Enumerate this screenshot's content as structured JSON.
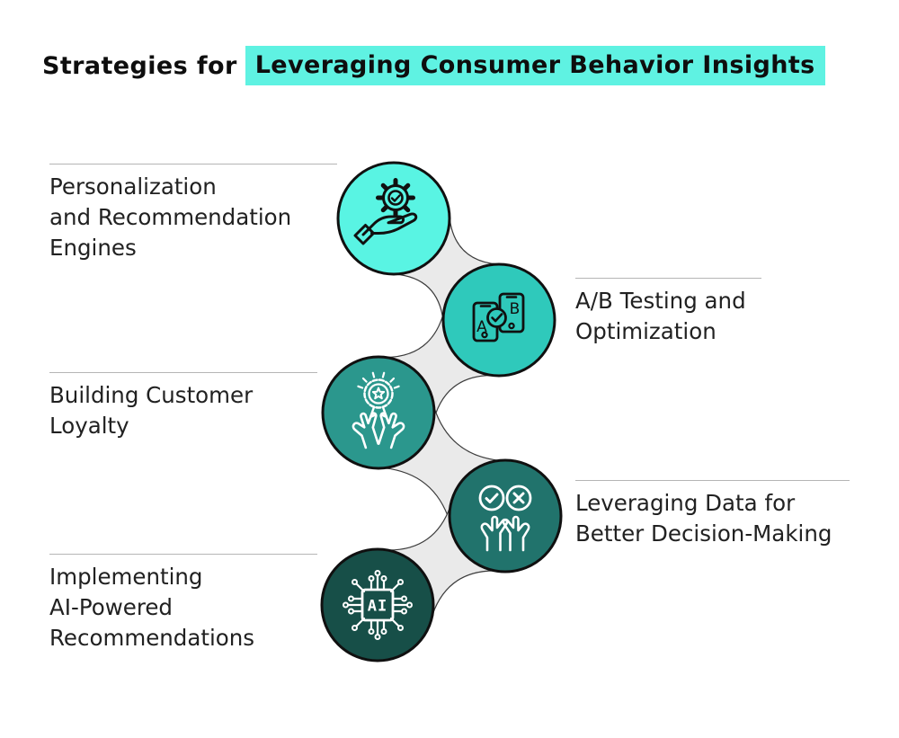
{
  "title": {
    "prefix": "Strategies for",
    "highlight": "Leveraging Consumer Behavior Insights",
    "highlight_color": "#5FF2E2"
  },
  "steps": [
    {
      "id": "personalization",
      "label_lines": [
        "Personalization",
        "and Recommendation",
        "Engines"
      ],
      "side": "left",
      "circle_color": "#59F4E3",
      "icon": "hand-holding-gear"
    },
    {
      "id": "ab-testing",
      "label_lines": [
        "A/B Testing and",
        "Optimization"
      ],
      "side": "right",
      "circle_color": "#2FC9BB",
      "icon": "ab-test-phones",
      "icon_text": {
        "a": "A",
        "b": "B"
      }
    },
    {
      "id": "customer-loyalty",
      "label_lines": [
        "Building Customer",
        "Loyalty"
      ],
      "side": "left",
      "circle_color": "#2B978D",
      "icon": "hands-award-badge"
    },
    {
      "id": "data-decisions",
      "label_lines": [
        "Leveraging Data for",
        "Better Decision-Making"
      ],
      "side": "right",
      "circle_color": "#21736C",
      "icon": "hands-check-cross"
    },
    {
      "id": "ai-recommendations",
      "label_lines": [
        "Implementing",
        "AI-Powered",
        "Recommendations"
      ],
      "side": "left",
      "circle_color": "#174F48",
      "icon": "ai-chip",
      "icon_text": "AI"
    }
  ],
  "ribbon": {
    "fill": "#EAEAEA",
    "edge": "#3C3C3C"
  },
  "colors": {
    "background": "#FFFFFF",
    "title_text": "#0E0E0E",
    "label_text": "#212121",
    "divider": "#B5B5B5",
    "circle_outline": "#101010",
    "dark_icon_stroke": "#101010",
    "light_icon_stroke": "#FFFFFF"
  }
}
